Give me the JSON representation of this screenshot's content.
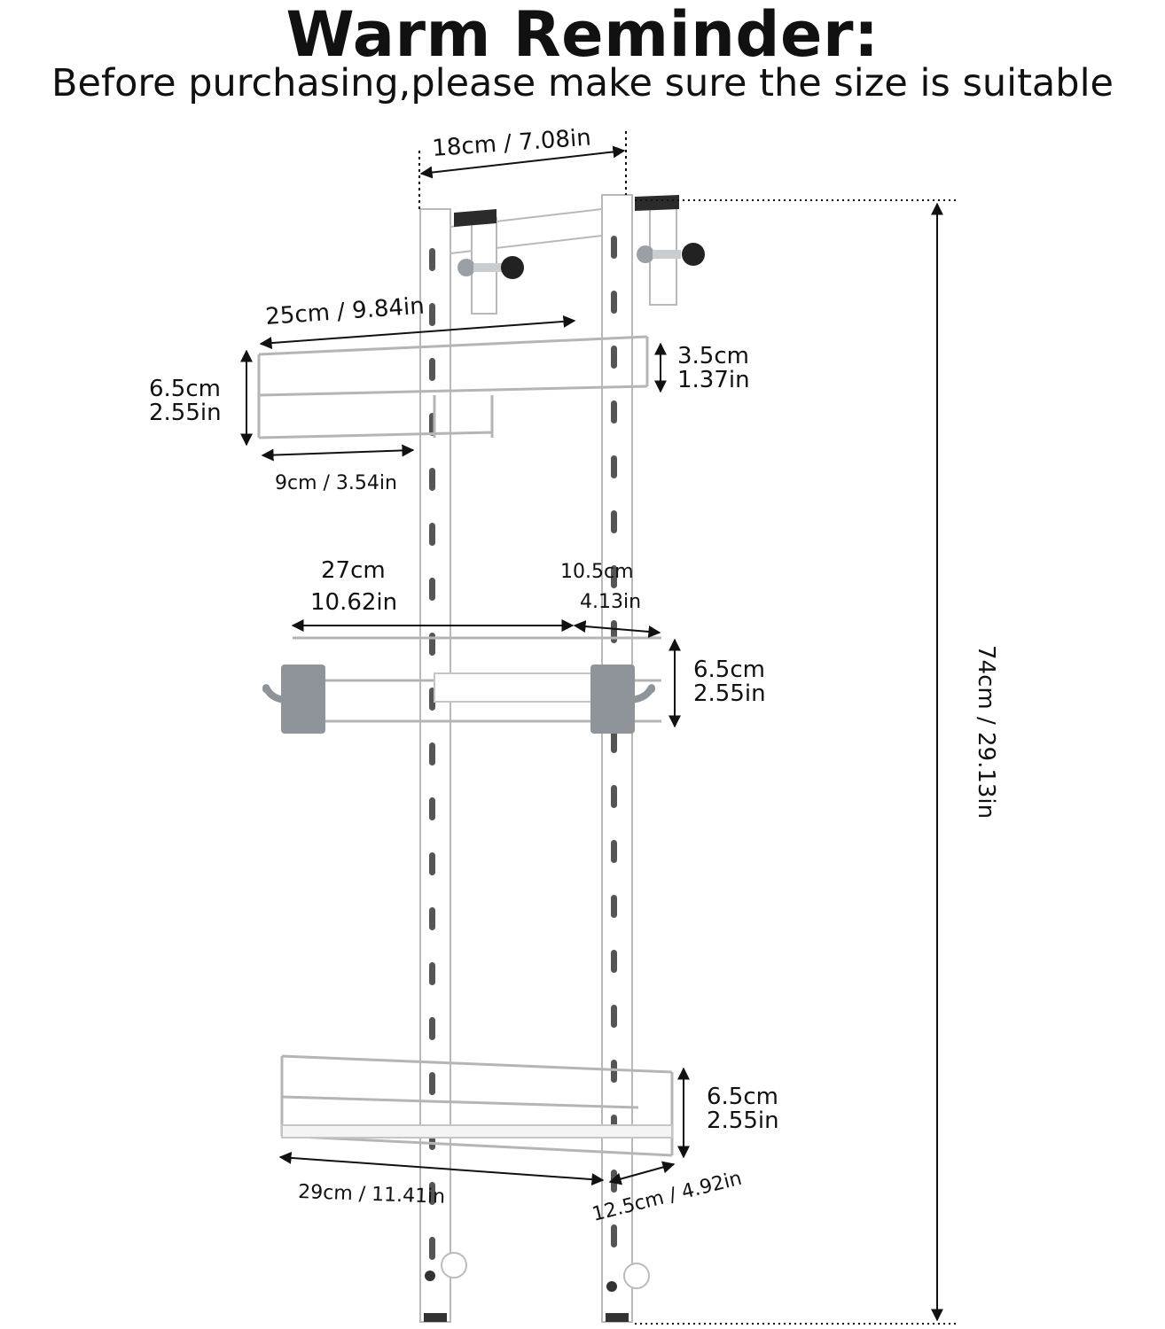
{
  "header": {
    "title": "Warm Reminder:",
    "subtitle": "Before purchasing,please make sure the size is suitable"
  },
  "dimensions": {
    "top_width": "18cm / 7.08in",
    "shelf1_width": "25cm / 9.84in",
    "shelf1_depth": "9cm / 3.54in",
    "shelf1_height_cm": "6.5cm",
    "shelf1_height_in": "2.55in",
    "shelf1_rail_cm": "3.5cm",
    "shelf1_rail_in": "1.37in",
    "shelf2_width_cm": "27cm",
    "shelf2_width_in": "10.62in",
    "shelf2_ext_cm": "10.5cm",
    "shelf2_ext_in": "4.13in",
    "shelf2_height_cm": "6.5cm",
    "shelf2_height_in": "2.55in",
    "shelf3_height_cm": "6.5cm",
    "shelf3_height_in": "2.55in",
    "shelf3_width": "29cm / 11.41in",
    "shelf3_depth": "12.5cm / 4.92in",
    "total_height": "74cm / 29.13in"
  },
  "colors": {
    "frame": "#ffffff",
    "outline": "#b9b9b9",
    "slot": "#555555",
    "hook_plate": "#8e9499",
    "dark": "#2b2b2b"
  }
}
